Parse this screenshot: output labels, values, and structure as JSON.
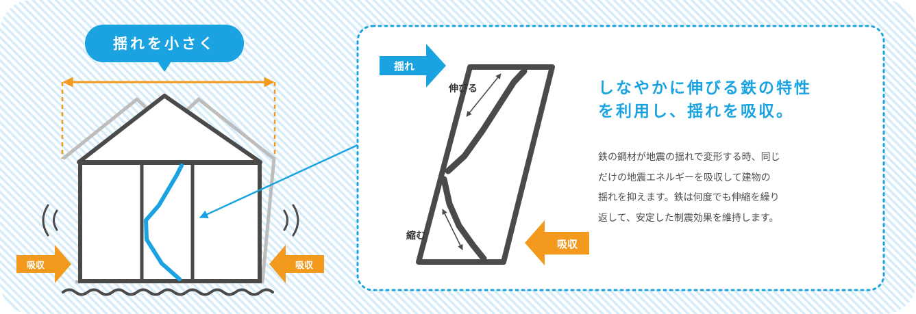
{
  "house": {
    "bubble_label": "揺れを小さく",
    "absorb_left_label": "吸収",
    "absorb_right_label": "吸収"
  },
  "detail": {
    "shake_label": "揺れ",
    "stretch_label": "伸びる",
    "compress_label": "縮む",
    "absorb_label": "吸収"
  },
  "info": {
    "headline_line1": "しなやかに伸びる鉄の特性",
    "headline_line2": "を利用し、揺れを吸収。",
    "body_lines": [
      "鉄の鋼材が地震の揺れで変形する時、同じ",
      "だけの地震エネルギーを吸収して建物の",
      "揺れを抑えます。鉄は何度でも伸縮を繰り",
      "返して、安定した制震効果を維持します。"
    ]
  },
  "colors": {
    "blue": "#1aa3e0",
    "orange": "#f39a1e",
    "dark": "#4a4a4a",
    "gray": "#bdbdbd",
    "stripe": "#d6ecf8"
  }
}
